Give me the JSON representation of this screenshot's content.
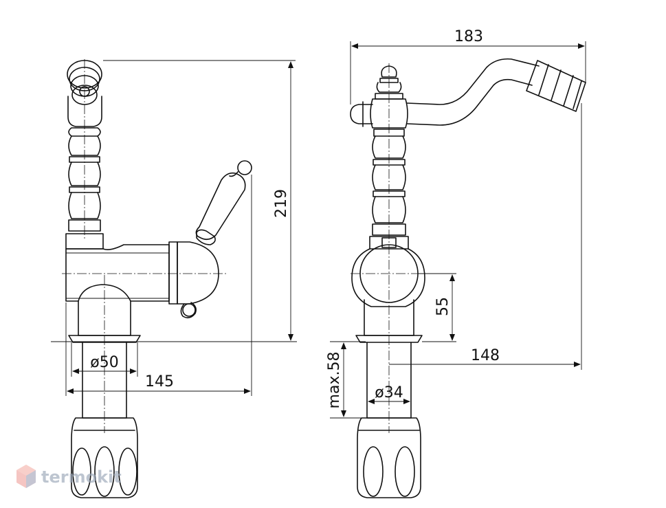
{
  "drawing": {
    "dimensions": {
      "height_total": "219",
      "base_diameter_left": "ø50",
      "reach_left": "145",
      "width_total": "183",
      "lever_height": "55",
      "reach_right": "148",
      "max_thickness": "max.58",
      "shank_diameter": "ø34"
    }
  },
  "watermark": {
    "text": "termokit"
  }
}
